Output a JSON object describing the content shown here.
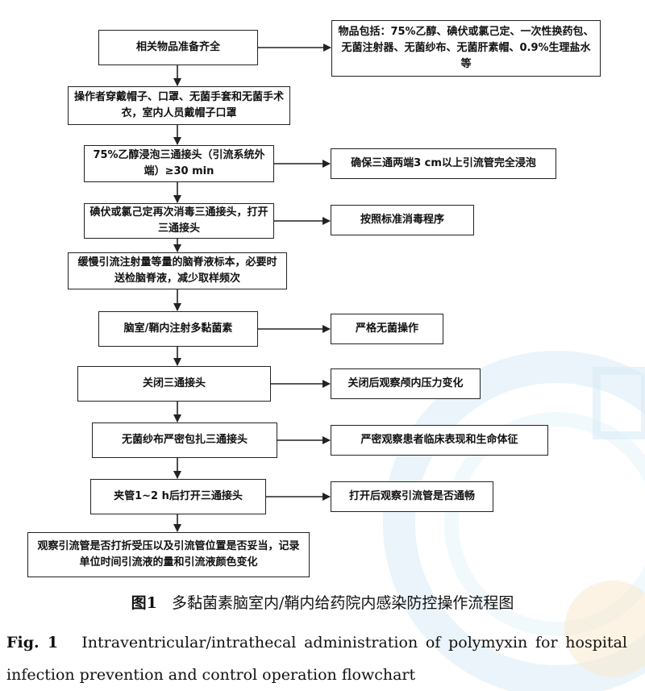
{
  "flowchart": {
    "main_steps": [
      "相关物品准备齐全",
      "操作者穿戴帽子、口罩、无菌手套和无菌手术衣，室内人员戴帽子口罩",
      "75%乙醇浸泡三通接头（引流系统外端）≥30 min",
      "碘伏或氯己定再次消毒三通接头，打开三通接头",
      "缓慢引流注射量等量的脑脊液标本，必要时送检脑脊液，减少取样频次",
      "脑室/鞘内注射多黏菌素",
      "关闭三通接头",
      "无菌纱布严密包扎三通接头",
      "夹管1~2 h后打开三通接头",
      "观察引流管是否打折受压以及引流管位置是否妥当，记录单位时间引流液的量和引流液颜色变化"
    ],
    "side_notes": [
      "物品包括：75%乙醇、碘伏或氯己定、一次性换药包、无菌注射器、无菌纱布、无菌肝素帽、0.9%生理盐水等",
      "确保三通两端3 cm以上引流管完全浸泡",
      "按照标准消毒程序",
      "严格无菌操作",
      "关闭后观察颅内压力变化",
      "严密观察患者临床表现和生命体征",
      "打开后观察引流管是否通畅"
    ]
  },
  "caption": {
    "cn_label": "图1",
    "cn_text": "多黏菌素脑室内/鞘内给药院内感染防控操作流程图",
    "en_label": "Fig. 1",
    "en_text": "Intraventricular/intrathecal administration of polymyxin for hospital infection prevention and control operation flowchart"
  },
  "colors": {
    "stroke": "#222222",
    "watermark": "#b9dcef",
    "watermark_seal": "#f6d9a6"
  }
}
